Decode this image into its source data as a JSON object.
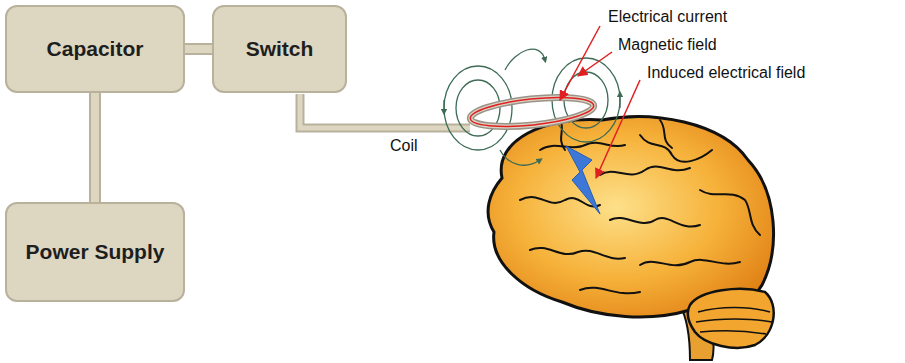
{
  "diagram": {
    "nodes": [
      {
        "text": [
          "Capacitor"
        ]
      },
      {
        "text": [
          "Switch"
        ]
      },
      {
        "text": [
          "Power Supply"
        ]
      }
    ],
    "edges": [
      {
        "from": 0,
        "to": 1,
        "arrow": "none"
      },
      {
        "from": 0,
        "to": 2,
        "arrow": "none"
      }
    ],
    "labels": [
      "Electrical current",
      "Magnetic field",
      "Induced electrical field",
      "Coil"
    ]
  }
}
